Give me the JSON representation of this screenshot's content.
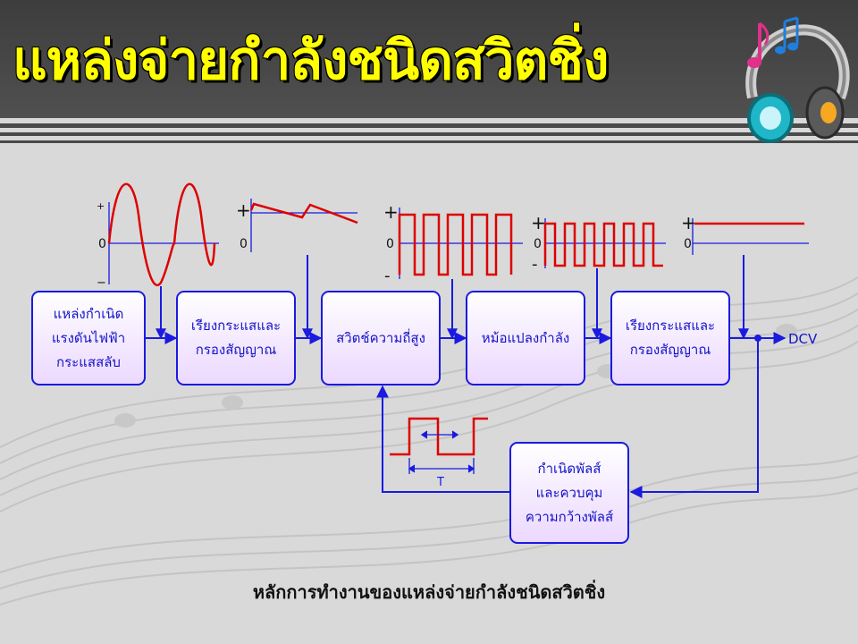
{
  "title": "แหล่งจ่ายกำลังชนิดสวิตชิ่ง",
  "caption": "หลักการทำงานของแหล่งจ่ายกำลังชนิดสวิตชิ่ง",
  "colors": {
    "title": "#ffff00",
    "header": "#4a4a4a",
    "background": "#d9d9d9",
    "line": "#1a1ae0",
    "waveform": "#dd0000",
    "block_fill": "#f0e2ff"
  },
  "blocks": [
    {
      "id": "ac-source",
      "lines": [
        "แหล่งกำเนิด",
        "แรงดันไฟฟ้า",
        "กระแสสลับ"
      ]
    },
    {
      "id": "rectifier-1",
      "lines": [
        "เรียงกระแสและ",
        "กรองสัญญาณ"
      ]
    },
    {
      "id": "hf-switch",
      "lines": [
        "สวิตช์ความถี่สูง"
      ]
    },
    {
      "id": "transformer",
      "lines": [
        "หม้อแปลงกำลัง"
      ]
    },
    {
      "id": "rectifier-2",
      "lines": [
        "เรียงกระแสและ",
        "กรองสัญญาณ"
      ]
    },
    {
      "id": "pwm",
      "lines": [
        "กำเนิดพัลส์",
        "และควบคุม",
        "ความกว้างพัลส์"
      ]
    }
  ],
  "labels": {
    "output": "DCV",
    "plus": "+",
    "minus": "-",
    "sine_minus": "−",
    "zero": "0",
    "period": "T"
  },
  "icons": [
    "music-note-icon",
    "headphones-icon",
    "music-staff-decoration"
  ]
}
